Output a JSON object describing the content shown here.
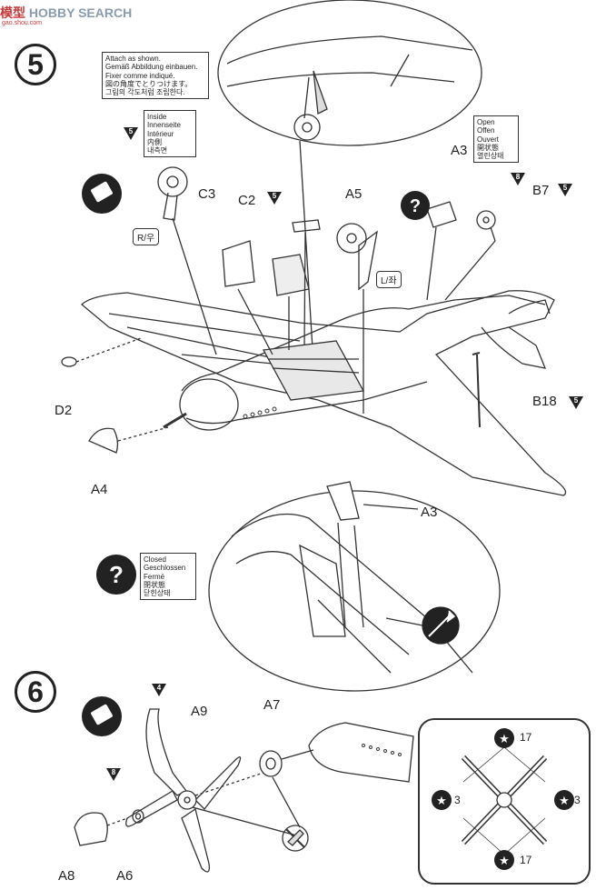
{
  "watermark": {
    "brand_a": "模型",
    "brand_b": "HOBBY SEARCH",
    "url": "gao.shou.com"
  },
  "step5": {
    "number": "5",
    "note_attach": [
      "Attach as shown.",
      "Gemäß Abbildung einbauen.",
      "Fixer comme indiqué.",
      "図の角度でとりつけます。",
      "그림의 각도처럼 조립한다."
    ],
    "note_inside": [
      "Inside",
      "Innenseite",
      "Intérieur",
      "内側",
      "내측면"
    ],
    "note_open": [
      "Open",
      "Offen",
      "Ouvert",
      "開状態",
      "열린상태"
    ],
    "note_closed": [
      "Closed",
      "Geschlossen",
      "Fermé",
      "閉状態",
      "닫힌상태"
    ],
    "parts": {
      "c3": "C3",
      "c2": "C2",
      "a5": "A5",
      "a3_top": "A3",
      "b7": "B7",
      "d2": "D2",
      "a4": "A4",
      "b18": "B18",
      "a3_inset": "A3"
    },
    "tags": {
      "right": "R/우",
      "left": "L/좌"
    },
    "tri_values": {
      "inside": "5",
      "c2": "5",
      "b7a": "8",
      "b7b": "5",
      "b18": "5"
    }
  },
  "step6": {
    "number": "6",
    "parts": {
      "a9": "A9",
      "a7": "A7",
      "a8": "A8",
      "a6": "A6"
    },
    "tri_values": {
      "blade_a": "4",
      "blade_b": "8"
    },
    "inset_colors": {
      "top": "17",
      "left": "3",
      "right": "3",
      "bottom": "17"
    }
  },
  "icons": [
    "paint-icon",
    "help-icon",
    "knife-icon",
    "no-glue-icon",
    "star-marking-icon"
  ]
}
